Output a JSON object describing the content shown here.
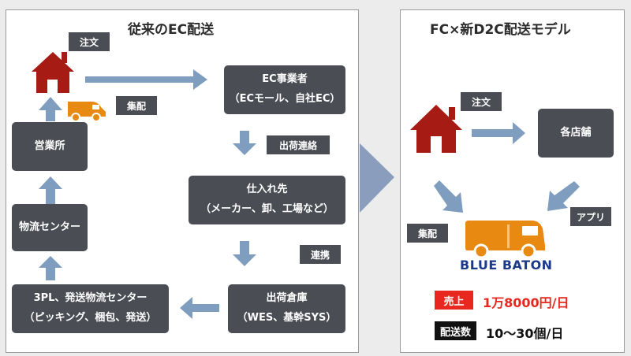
{
  "left": {
    "title": "従来のEC配送",
    "tags": {
      "order": "注文",
      "collect": "集配",
      "ship": "出荷連絡",
      "link": "連携"
    },
    "nodes": {
      "ec_line1": "EC事業者",
      "ec_line2": "（ECモール、自社EC）",
      "supplier_line1": "仕入れ先",
      "supplier_line2": "（メーカー、卸、工場など）",
      "warehouse_line1": "出荷倉庫",
      "warehouse_line2": "（WES、基幹SYS）",
      "tpl_line1": "3PL、発送物流センター",
      "tpl_line2": "（ピッキング、梱包、発送）",
      "logistics": "物流センター",
      "office": "営業所"
    }
  },
  "right": {
    "title": "FC×新D2C配送モデル",
    "tags": {
      "order": "注文",
      "app": "アプリ",
      "collect": "集配"
    },
    "store": "各店舗",
    "brand": "BLUE BATON",
    "kpis": [
      {
        "label": "売上",
        "value": "1万8000円/日",
        "label_color": "#e8281e",
        "value_color": "#e8281e"
      },
      {
        "label": "配送数",
        "value": "10〜30個/日",
        "label_color": "#111111",
        "value_color": "#111111"
      }
    ]
  },
  "colors": {
    "node": "#4a4d54",
    "arrow": "#7f9dbe",
    "house": "#a61b14",
    "van": "#e88a12",
    "chevron": "#8b9dbd",
    "brand": "#1d3a8a"
  }
}
